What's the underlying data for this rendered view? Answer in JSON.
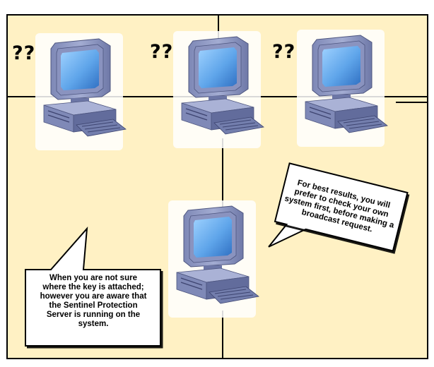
{
  "question_labels": [
    "??",
    "??",
    "??"
  ],
  "callout_left": {
    "lines": [
      "When you are not sure",
      "where the key is attached;",
      "however you are aware that",
      "the Sentinel Protection",
      "Server is running on the",
      "system."
    ]
  },
  "callout_right": {
    "lines": [
      "For best results, you will",
      "prefer to check your own",
      "system first, before making a",
      "broadcast request."
    ]
  },
  "colors": {
    "background_fill": "#fff1c4",
    "border": "#000000",
    "computer_body": "#8f99c2",
    "computer_dark": "#5e6794",
    "screen": "#6fb2ee"
  }
}
